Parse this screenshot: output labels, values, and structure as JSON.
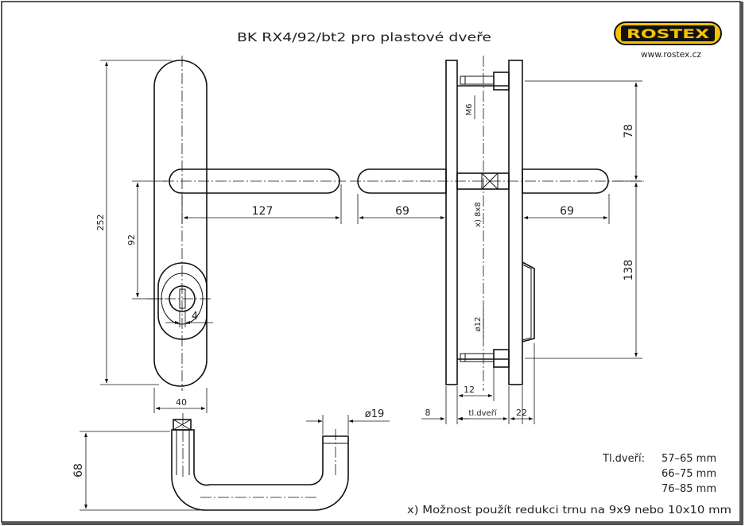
{
  "title": "BK RX4/92/bt2 pro plastové dveře",
  "logo": {
    "text": "ROSTEX",
    "url": "www.rostex.cz",
    "fill": "#f5c400"
  },
  "dims": {
    "d252": "252",
    "d92": "92",
    "d127": "127",
    "d4": "4",
    "d40": "40",
    "d69a": "69",
    "d69b": "69",
    "dm6": "M6",
    "d8x8": "x) 8x8",
    "d78": "78",
    "d138": "138",
    "d12phi": "ø12",
    "d12": "12",
    "d8": "8",
    "dtl": "tl.dveří",
    "d22": "22",
    "d19": "ø19",
    "d68": "68"
  },
  "notes": {
    "thickness_label": "Tl.dveří:",
    "t1": "57–65  mm",
    "t2": "66–75  mm",
    "t3": "76–85  mm",
    "footnote": "x)  Možnost  použít  redukci  trnu  na  9x9  nebo  10x10  mm"
  }
}
